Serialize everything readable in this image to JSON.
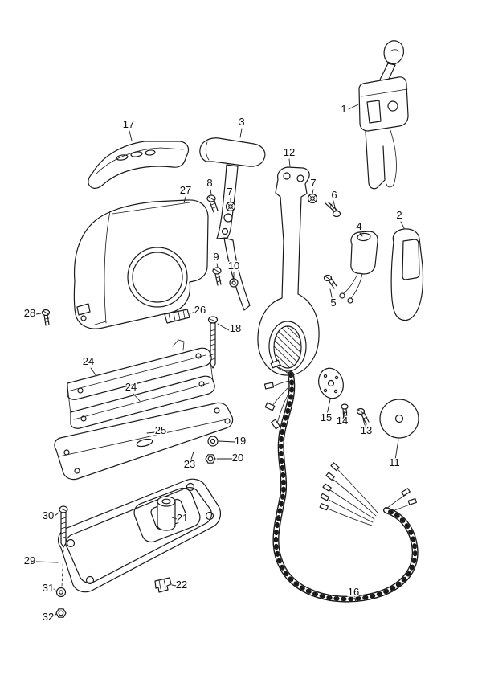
{
  "diagram": {
    "type": "exploded-parts-diagram",
    "background": "#ffffff",
    "line_color": "#1a1a1a",
    "labels": [
      "17",
      "3",
      "1",
      "12",
      "8",
      "7",
      "7",
      "6",
      "27",
      "2",
      "4",
      "9",
      "10",
      "5",
      "28",
      "26",
      "18",
      "24",
      "24",
      "15",
      "14",
      "13",
      "25",
      "19",
      "20",
      "23",
      "11",
      "21",
      "30",
      "29",
      "22",
      "31",
      "32",
      "16"
    ]
  }
}
